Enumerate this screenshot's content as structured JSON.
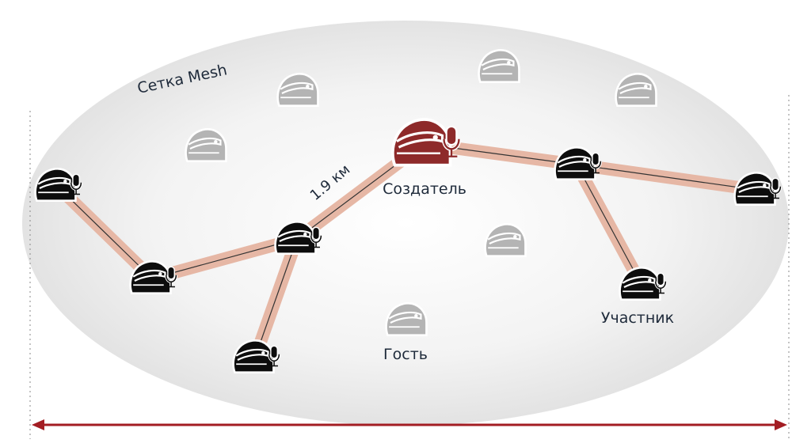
{
  "mesh_label": "Сетка Mesh",
  "distance_label": "1.9 км",
  "creator_label": "Создатель",
  "participant_label": "Участник",
  "guest_label": "Гость",
  "colors": {
    "creator": "#8e2a2a",
    "participant": "#0d0d0d",
    "guest": "#b4b4b4",
    "link": "#e6b7a5",
    "range_arrow": "#a31d23"
  }
}
